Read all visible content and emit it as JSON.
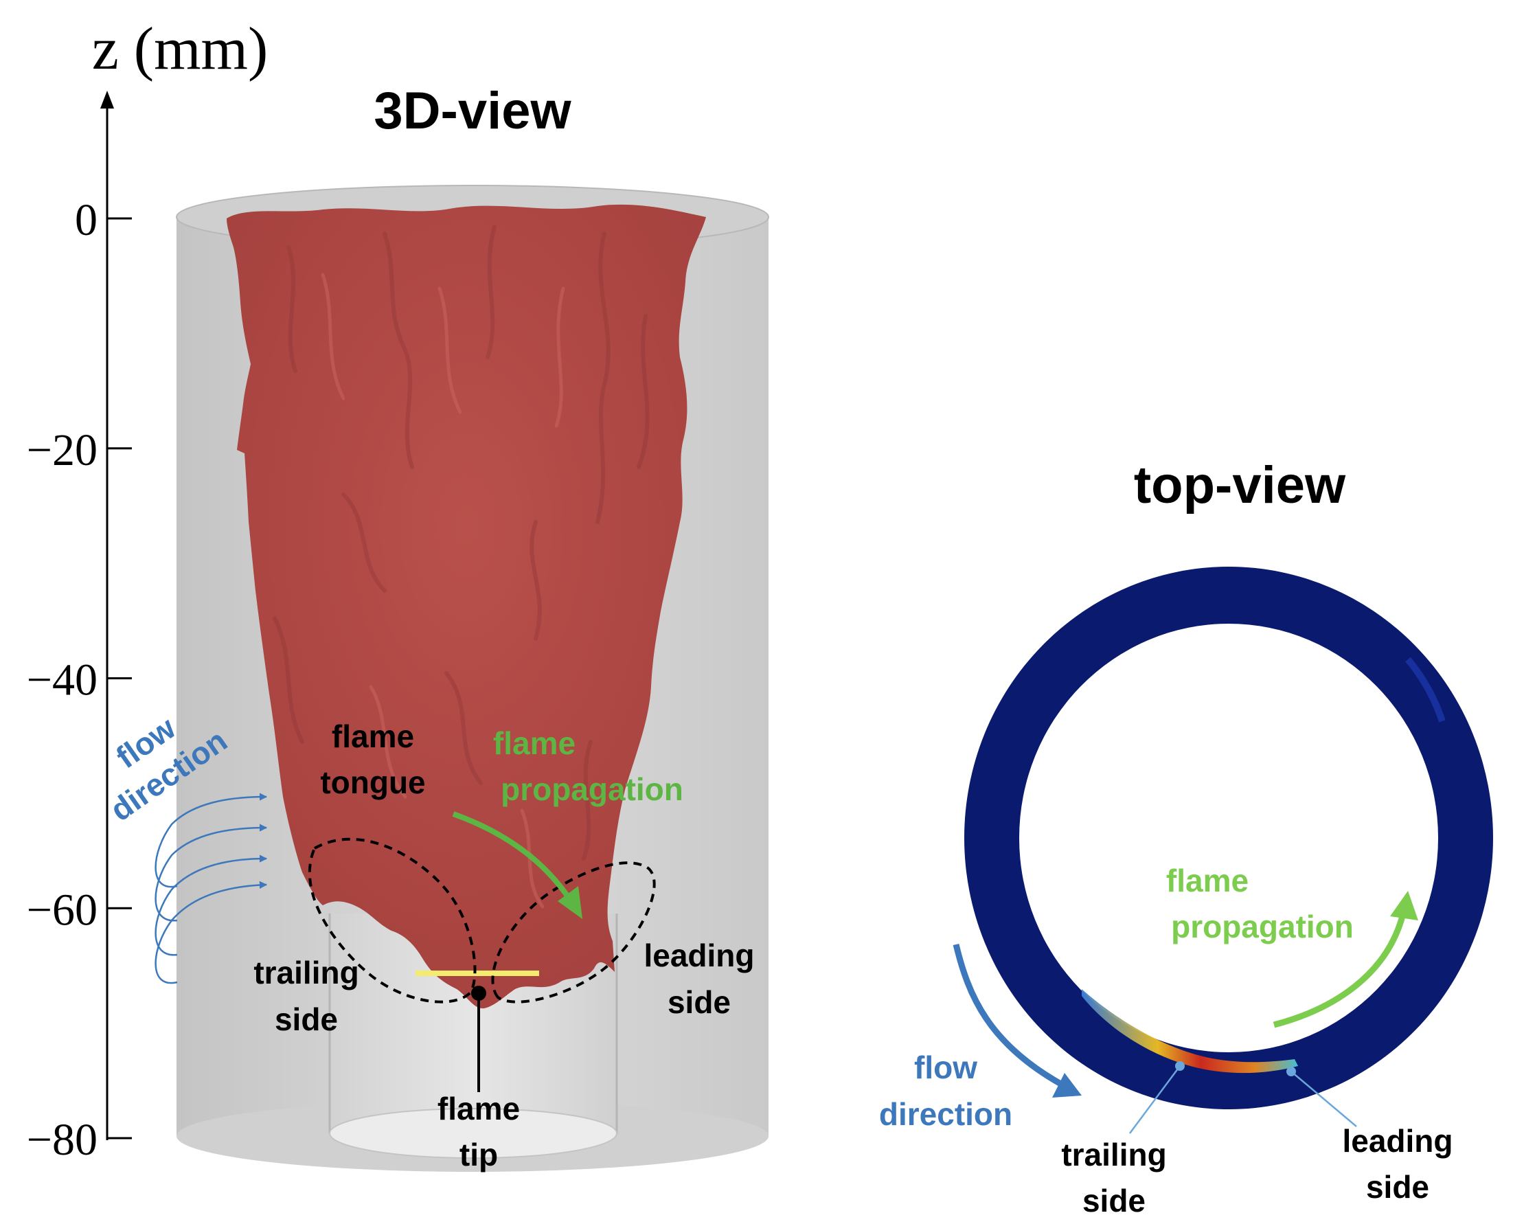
{
  "axis": {
    "label": "z (mm)",
    "ticks": [
      {
        "value": 0,
        "label": "0"
      },
      {
        "value": -20,
        "label": "−20"
      },
      {
        "value": -40,
        "label": "−40"
      },
      {
        "value": -60,
        "label": "−60"
      },
      {
        "value": -80,
        "label": "−80"
      }
    ]
  },
  "left_panel": {
    "title": "3D-view",
    "flow_label": [
      "flow",
      "direction"
    ],
    "tongue_label": [
      "flame",
      "tongue"
    ],
    "propagation_label": [
      "flame",
      "propagation"
    ],
    "trailing_label": [
      "trailing",
      "side"
    ],
    "leading_label": [
      "leading",
      "side"
    ],
    "tip_label": [
      "flame",
      "tip"
    ]
  },
  "right_panel": {
    "title": "top-view",
    "propagation_label": [
      "flame",
      "propagation"
    ],
    "flow_label": [
      "flow",
      "direction"
    ],
    "trailing_label": [
      "trailing",
      "side"
    ],
    "leading_label": [
      "leading",
      "side"
    ]
  },
  "colors": {
    "flame_red": "#b14a46",
    "annulus_blue": "#0a1a6e",
    "flow_blue": "#3c78bb",
    "propagation_green": "#5db544",
    "propagation_green_light": "#7ccc4e",
    "tip_marker_yellow": "#f3ec6e"
  }
}
